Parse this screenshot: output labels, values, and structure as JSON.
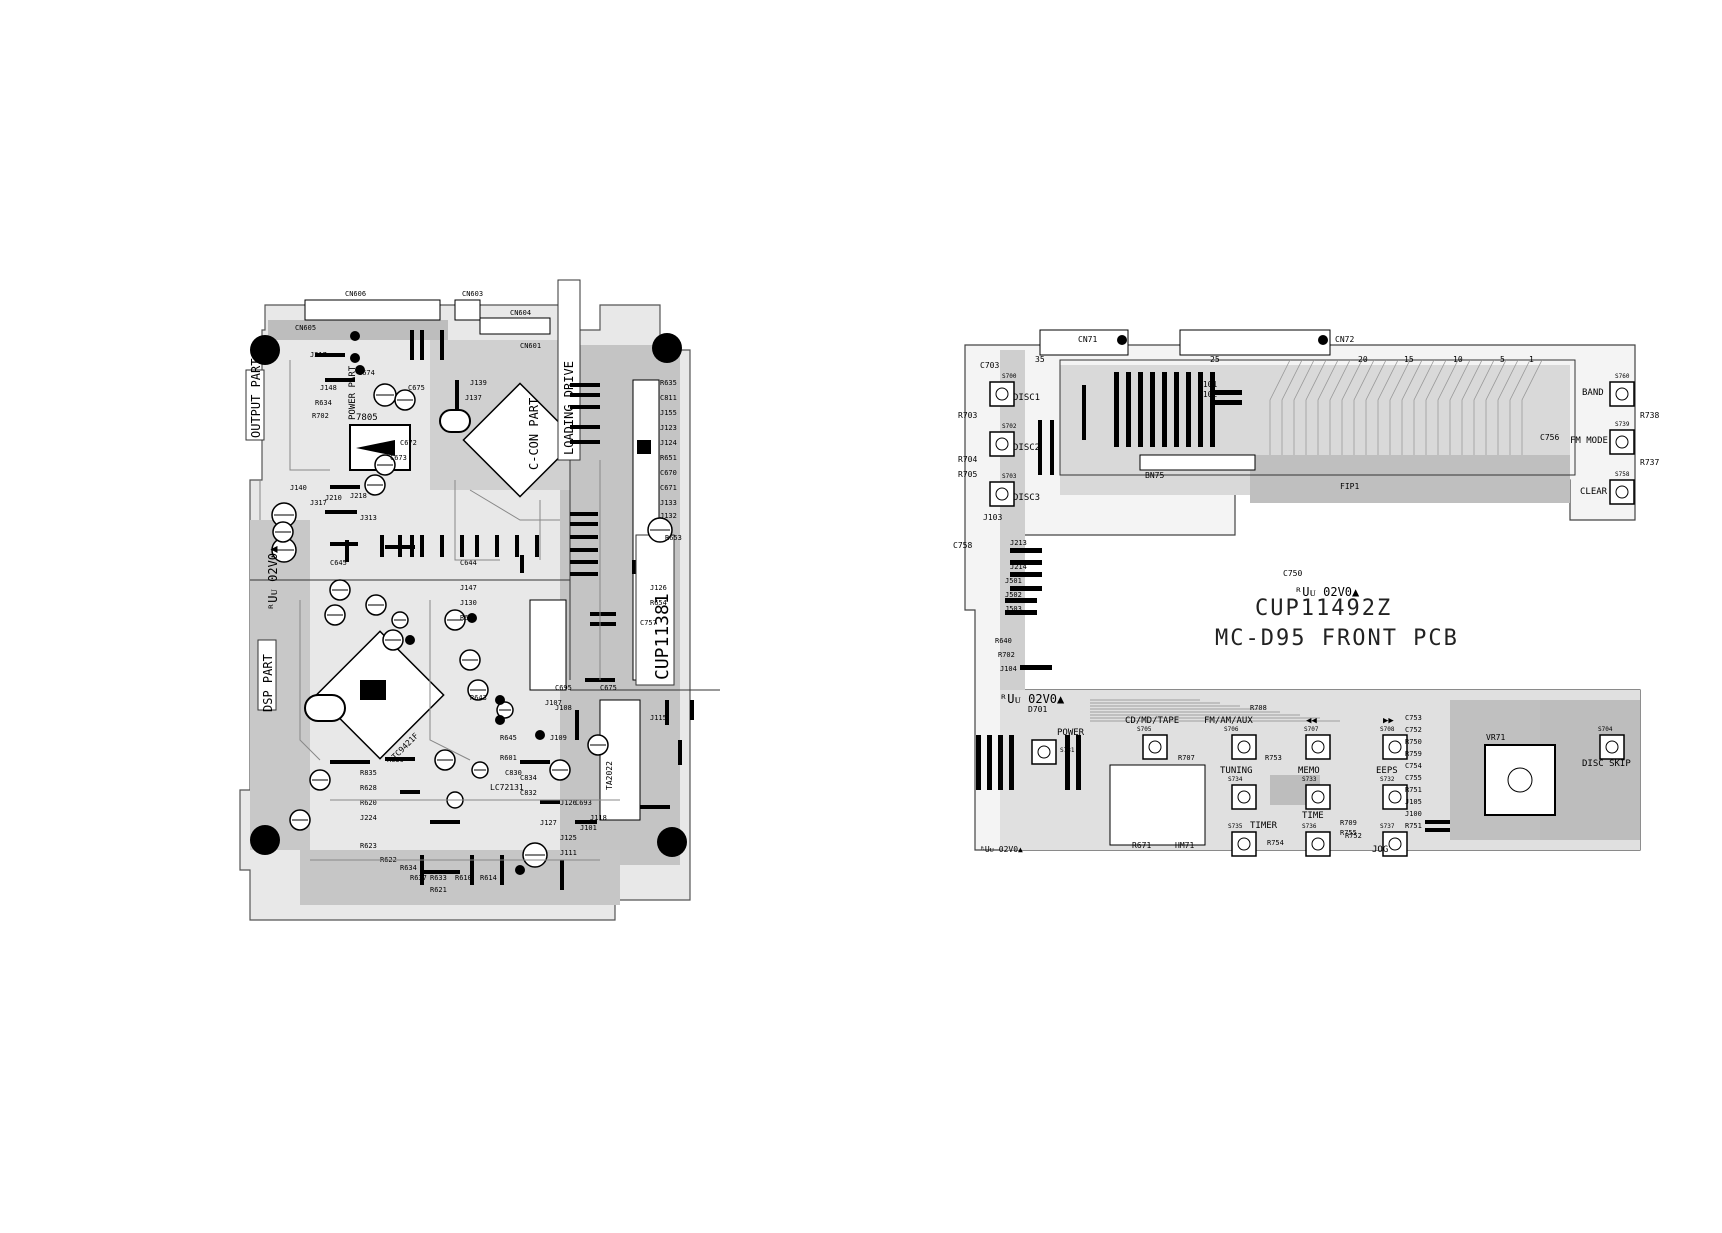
{
  "left_board": {
    "code": "CUP11381",
    "sections": {
      "output_part": "OUTPUT PART",
      "dsp_part": "DSP PART",
      "loading_drive": "LOADING DRIVE",
      "cd_con_part": "C-CON PART",
      "power_part": "POWER PART"
    },
    "ul_mark": "ᴿUᴜ 02V0▲",
    "connectors": [
      "CN605",
      "CN604",
      "CN603",
      "CN601",
      "CN606"
    ],
    "ic_labels": [
      "7805",
      "TC9421F",
      "LC72131",
      "TA2022"
    ],
    "component_labels": [
      "J217",
      "J148",
      "R634",
      "R702",
      "C674",
      "C675",
      "C672",
      "C673",
      "J139",
      "J137",
      "J140",
      "J210",
      "J218",
      "J317",
      "J313",
      "C645",
      "C644",
      "J147",
      "J130",
      "R631",
      "R630",
      "R835",
      "R628",
      "R620",
      "J224",
      "R634",
      "R633",
      "R635",
      "C811",
      "J155",
      "J123",
      "J124",
      "R651",
      "C670",
      "C671",
      "J133",
      "J132",
      "R653",
      "J126",
      "R654",
      "C757",
      "C675",
      "J115",
      "J118",
      "J101",
      "C693",
      "C695",
      "J107",
      "J108",
      "J109",
      "R643",
      "R645",
      "R601",
      "C830",
      "C834",
      "C832",
      "J127",
      "J126",
      "J125",
      "J111",
      "R623",
      "R622",
      "R637",
      "R621",
      "R610",
      "R614"
    ]
  },
  "right_board": {
    "code": "CUP11492Z",
    "title": "MC-D95 FRONT PCB",
    "ul_mark": "ᴿUᴜ 02V0▲",
    "ul_mark_bottom": "ᴿUᴜ 02V0▲",
    "connectors": {
      "cn701": "CN71",
      "cn702": "CN72",
      "bn": "BN75",
      "fip": "FIP1"
    },
    "pin_numbers": [
      "35",
      "25",
      "20",
      "15",
      "10",
      "5",
      "1"
    ],
    "switches": [
      {
        "ref": "S700",
        "label": "DISC1"
      },
      {
        "ref": "S702",
        "label": "DISC2"
      },
      {
        "ref": "S703",
        "label": "DISC3"
      },
      {
        "ref": "S760",
        "label": "BAND"
      },
      {
        "ref": "S739",
        "label": "FM MODE"
      },
      {
        "ref": "S758",
        "label": "CLEAR"
      },
      {
        "ref": "S731",
        "label": "POWER"
      },
      {
        "ref": "S705",
        "label": "CD/MD/TAPE"
      },
      {
        "ref": "S706",
        "label": "FM/AM/AUX"
      },
      {
        "ref": "S707",
        "label": "◀◀"
      },
      {
        "ref": "S708",
        "label": "▶▶"
      },
      {
        "ref": "S704",
        "label": "DISC SKIP"
      },
      {
        "ref": "S734",
        "label": "TUNING"
      },
      {
        "ref": "S733",
        "label": "MEMO"
      },
      {
        "ref": "S732",
        "label": "EEPS"
      },
      {
        "ref": "S735",
        "label": "TIMER"
      },
      {
        "ref": "S736",
        "label": "TIME"
      },
      {
        "ref": "S737",
        "label": "JOG"
      }
    ],
    "parts": {
      "vr": "VR71",
      "r671": "R671",
      "hm": "HM71",
      "d701": "D701",
      "c750": "C750",
      "c758": "C758",
      "c703": "C703",
      "r703": "R703",
      "r704": "R704",
      "r705": "R705",
      "j103": "J103",
      "j101": "J101",
      "j102": "J102",
      "r738": "R738",
      "r737": "R737",
      "c756": "C756"
    },
    "right_column_labels": [
      "C753",
      "C752",
      "R750",
      "R759",
      "C754",
      "C755",
      "R751",
      "J105",
      "J100",
      "R751"
    ],
    "jumpers": [
      "J213",
      "J214",
      "J501",
      "J502",
      "J503",
      "J104"
    ],
    "small_labels": [
      "R707",
      "R753",
      "R754",
      "R755",
      "R708",
      "R709",
      "R752",
      "R640",
      "R702"
    ]
  }
}
